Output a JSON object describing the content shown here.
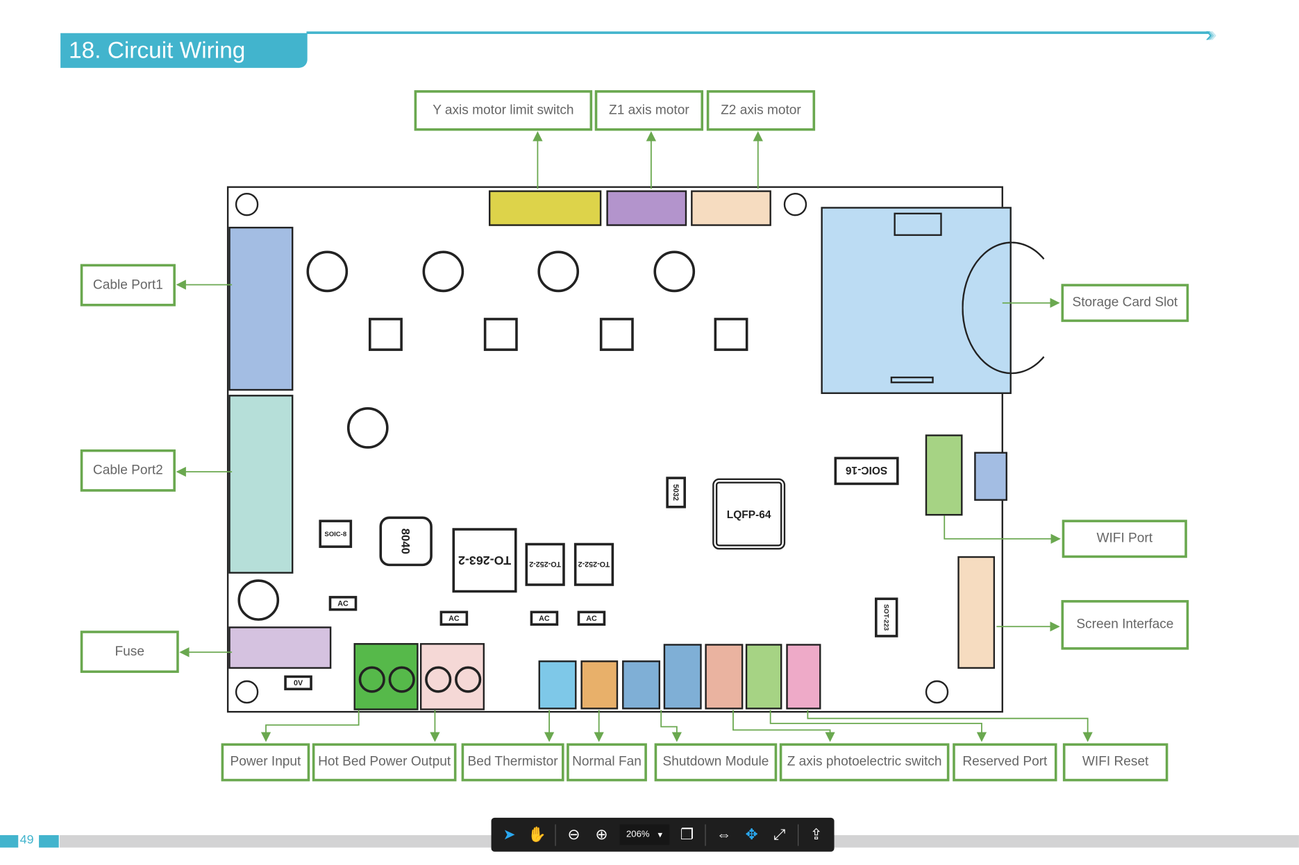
{
  "title": "18. Circuit Wiring",
  "page_number": "49",
  "labels": {
    "y_limit": "Y axis motor limit switch",
    "z1": "Z1 axis motor",
    "z2": "Z2 axis motor",
    "cable1": "Cable Port1",
    "cable2": "Cable Port2",
    "fuse": "Fuse",
    "storage": "Storage Card Slot",
    "wifi": "WIFI Port",
    "screen": "Screen Interface",
    "power": "Power Input",
    "hotbed": "Hot Bed Power Output",
    "thermistor": "Bed Thermistor",
    "fan": "Normal Fan",
    "shutdown": "Shutdown  Module",
    "zphoto": "Z axis photoelectric switch",
    "reserved": "Reserved Port",
    "wifireset": "WIFI Reset"
  },
  "chips": {
    "mcu": "LQFP-64",
    "soic16": "SOIC-16",
    "to263": "TO-263-2",
    "to252a": "TO-252-2",
    "to252b": "TO-252-2",
    "inductor": "8040",
    "xtal": "5032",
    "sot223": "SOT-223",
    "soic8": "SOIC-8",
    "ac1": "AC",
    "ac2": "AC",
    "ac3": "AC",
    "ac4": "AC",
    "ov": "0V"
  },
  "colors": {
    "accent": "#42b4cd",
    "leader": "#6aa84f"
  },
  "toolbar": {
    "zoom": "206%",
    "icons": [
      "select-arrow",
      "hand",
      "zoom-out",
      "zoom-in",
      "zoom-dropdown",
      "copy-pages",
      "fit-width",
      "fit-page",
      "fullscreen",
      "export"
    ]
  }
}
